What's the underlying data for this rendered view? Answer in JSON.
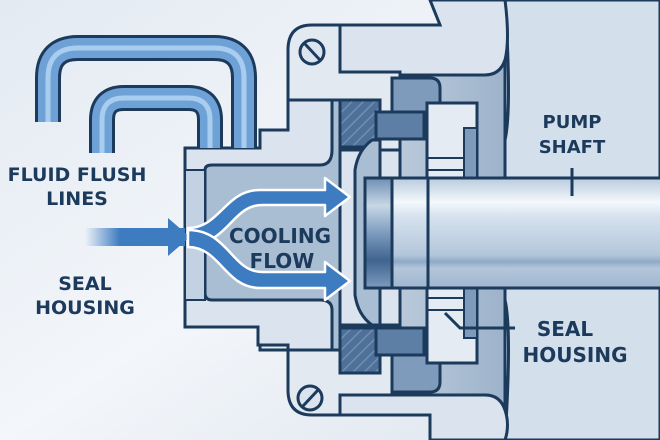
{
  "diagram": {
    "title": "Mechanical seal flush cooling diagram",
    "labels": {
      "fluid_flush_lines": [
        "FLUID FLUSH",
        "LINES"
      ],
      "seal_housing_left": [
        "SEAL",
        "HOUSING"
      ],
      "cooling_flow": [
        "COOLING",
        "FLOW"
      ],
      "pump_shaft": [
        "PUMP",
        "SHAFT"
      ],
      "seal_housing_right": [
        "SEAL",
        "HOUSING"
      ]
    },
    "colors": {
      "background": "#eef2f7",
      "outline": "#1b3a5c",
      "label_text": "#1b3a5c",
      "flow_arrow": "#3d7cc0",
      "pipe": "#6ea2d6",
      "housing_light": "#dbe4ee",
      "housing_mid": "#a9bdd3",
      "housing_dark": "#7f9bbb",
      "seal_ring_dark": "#5d7fa5",
      "shaft": "#c3d3e4"
    }
  }
}
